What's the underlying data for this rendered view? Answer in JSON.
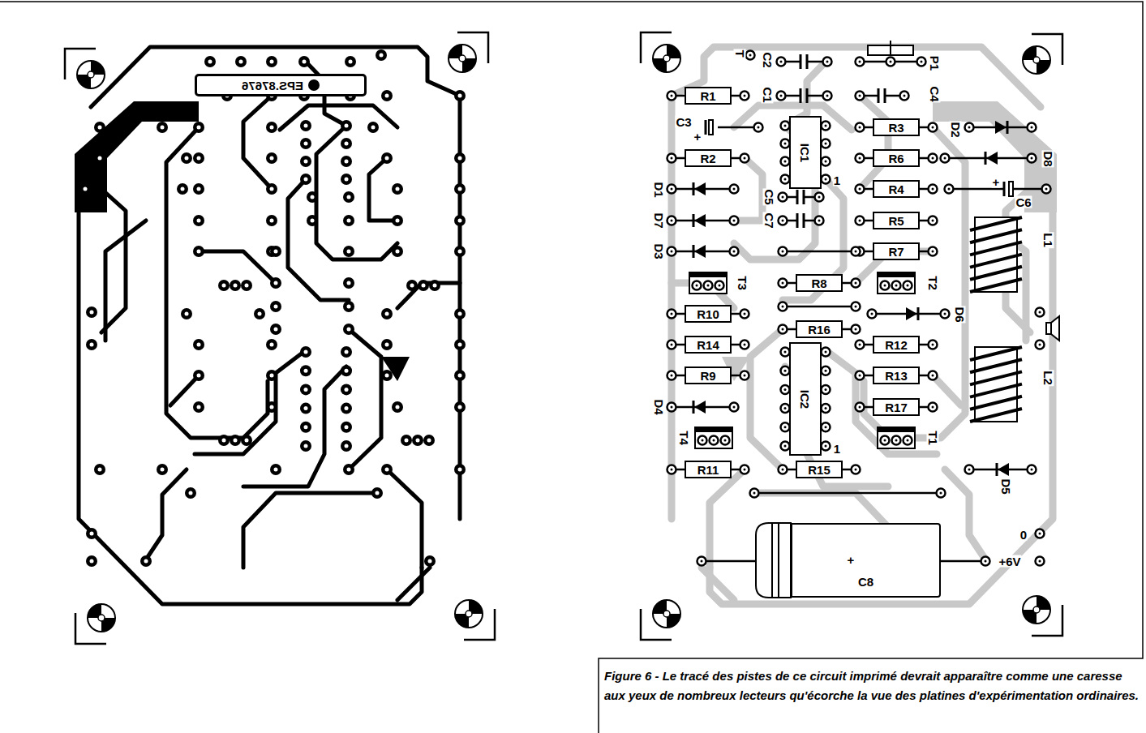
{
  "diagram": {
    "caption": "Figure 6 - Le tracé des pistes de ce circuit imprimé devrait apparaître comme une caresse aux yeux de nombreux lecteurs qu'écorche la vue des platines d'expérimentation ordinaires.",
    "nodes": [
      {
        "text": [
          "EPS.87676"
        ]
      },
      {
        "text": [
          "R1"
        ]
      },
      {
        "text": [
          "R3"
        ]
      },
      {
        "text": [
          "IC1"
        ]
      },
      {
        "text": [
          "R2"
        ]
      },
      {
        "text": [
          "R6"
        ]
      },
      {
        "text": [
          "R4"
        ]
      },
      {
        "text": [
          "R5"
        ]
      },
      {
        "text": [
          "R7"
        ]
      },
      {
        "text": [
          "R8"
        ]
      },
      {
        "text": [
          "R10"
        ]
      },
      {
        "text": [
          "R16"
        ]
      },
      {
        "text": [
          "R14"
        ]
      },
      {
        "text": [
          "R12"
        ]
      },
      {
        "text": [
          "IC2"
        ]
      },
      {
        "text": [
          "R9"
        ]
      },
      {
        "text": [
          "R13"
        ]
      },
      {
        "text": [
          "R17"
        ]
      },
      {
        "text": [
          "R11"
        ]
      },
      {
        "text": [
          "R15"
        ]
      },
      {
        "text": [
          "C8"
        ]
      }
    ],
    "labels": [
      "T",
      "C2",
      "P1",
      "C1",
      "C4",
      "C3",
      "+",
      "D2",
      "D8",
      "D1",
      "1",
      "C5",
      "+",
      "C6",
      "D7",
      "C7",
      "D3",
      "T3",
      "T2",
      "L1",
      "D6",
      "L2",
      "D4",
      "T4",
      "T1",
      "1",
      "D5",
      "0",
      "+",
      "+6V"
    ]
  }
}
